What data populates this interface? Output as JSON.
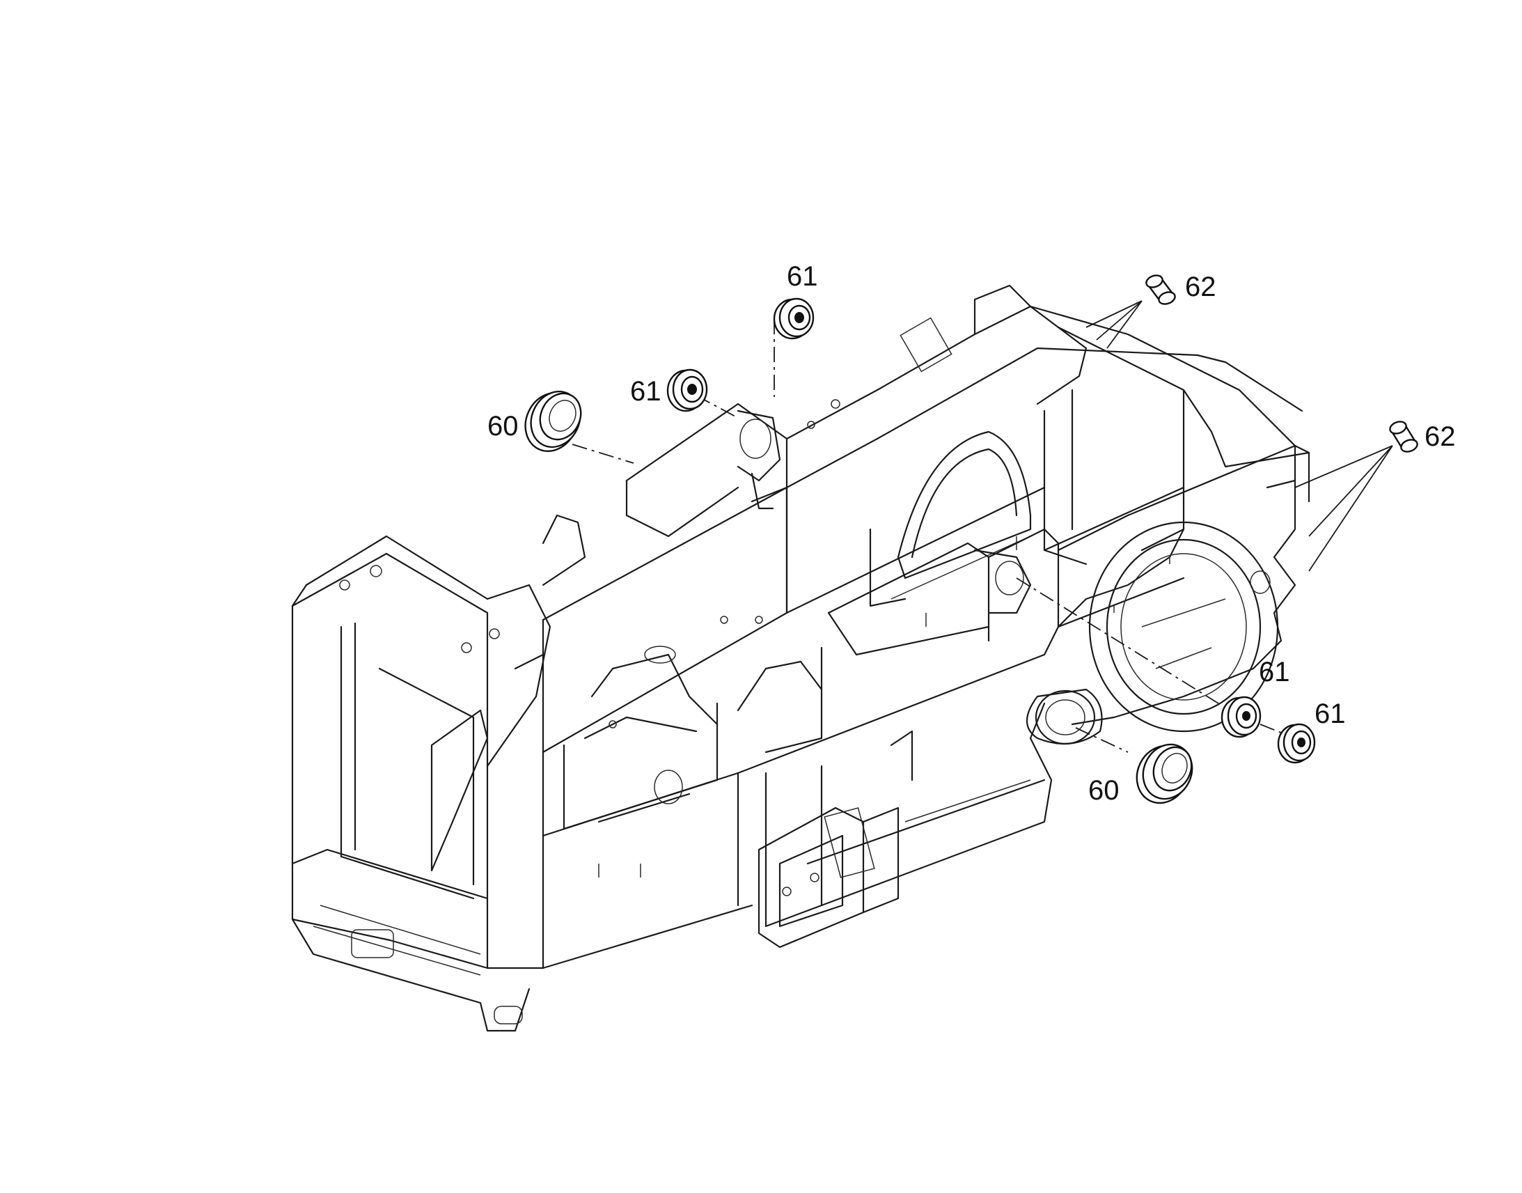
{
  "callouts": [
    {
      "id": "c1",
      "text": "61"
    },
    {
      "id": "c2",
      "text": "61"
    },
    {
      "id": "c3",
      "text": "60"
    },
    {
      "id": "c4",
      "text": "62"
    },
    {
      "id": "c5",
      "text": "62"
    },
    {
      "id": "c6",
      "text": "61"
    },
    {
      "id": "c7",
      "text": "61"
    },
    {
      "id": "c8",
      "text": "60"
    }
  ]
}
